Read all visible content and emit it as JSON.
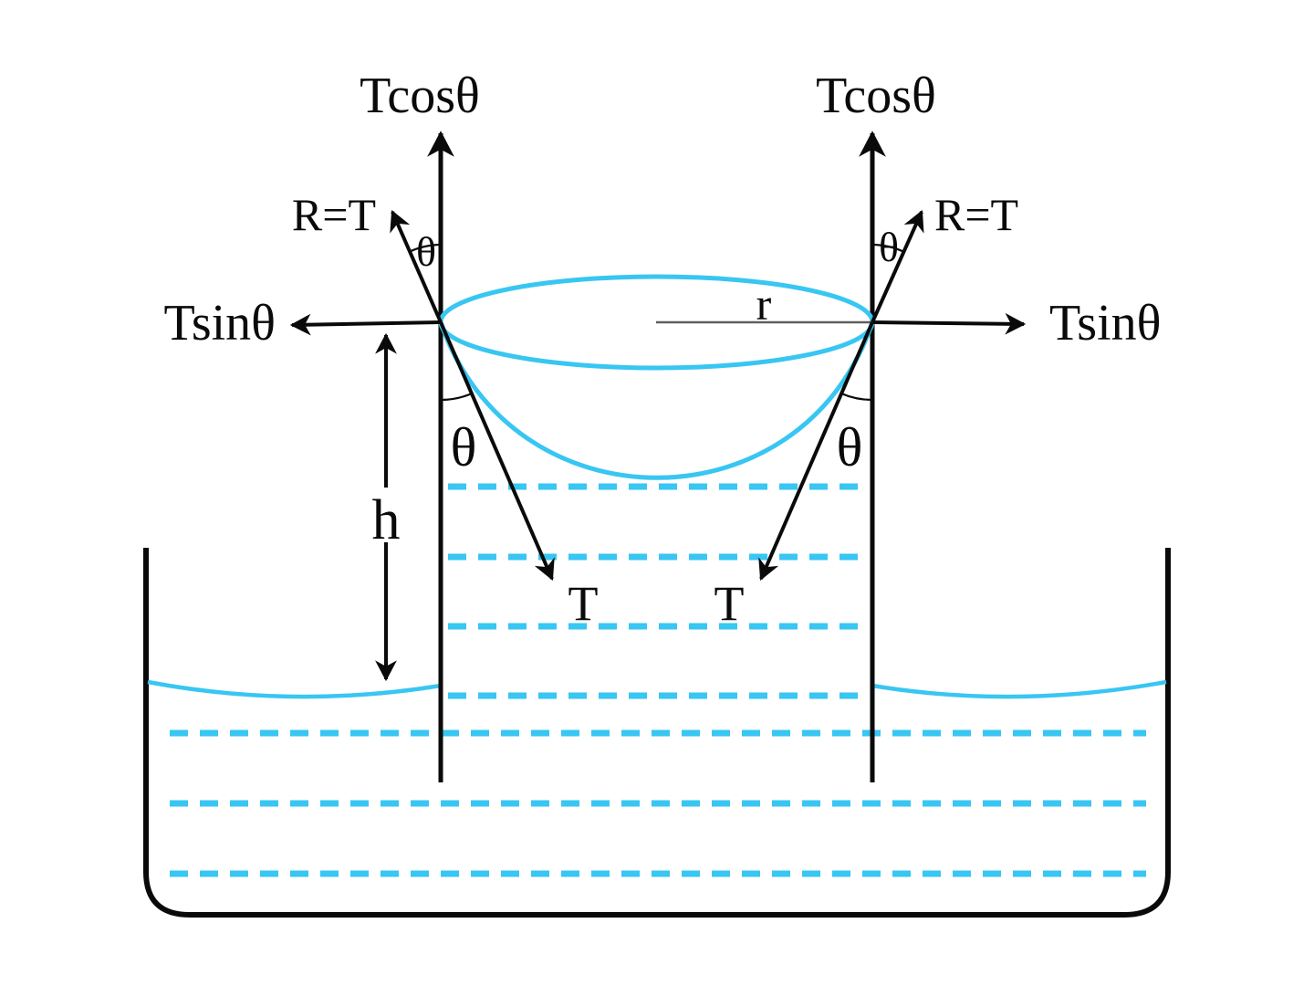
{
  "diagram": {
    "forces": {
      "tcos_left": "Tcosθ",
      "tcos_right": "Tcosθ",
      "tsin_left": "Tsinθ",
      "tsin_right": "Tsinθ",
      "reaction_left": "R=T",
      "reaction_right": "R=T",
      "tension_left": "T",
      "tension_right": "T"
    },
    "angles": {
      "theta_top_left": "θ",
      "theta_top_right": "θ",
      "theta_bottom_left": "θ",
      "theta_bottom_right": "θ"
    },
    "dimensions": {
      "capillary_height": "h",
      "tube_radius": "r"
    },
    "colors": {
      "liquid": "#38c6f2",
      "ink": "#0a0a0a",
      "radius_line": "#5f5f5f",
      "radius_label": "#757575"
    }
  }
}
